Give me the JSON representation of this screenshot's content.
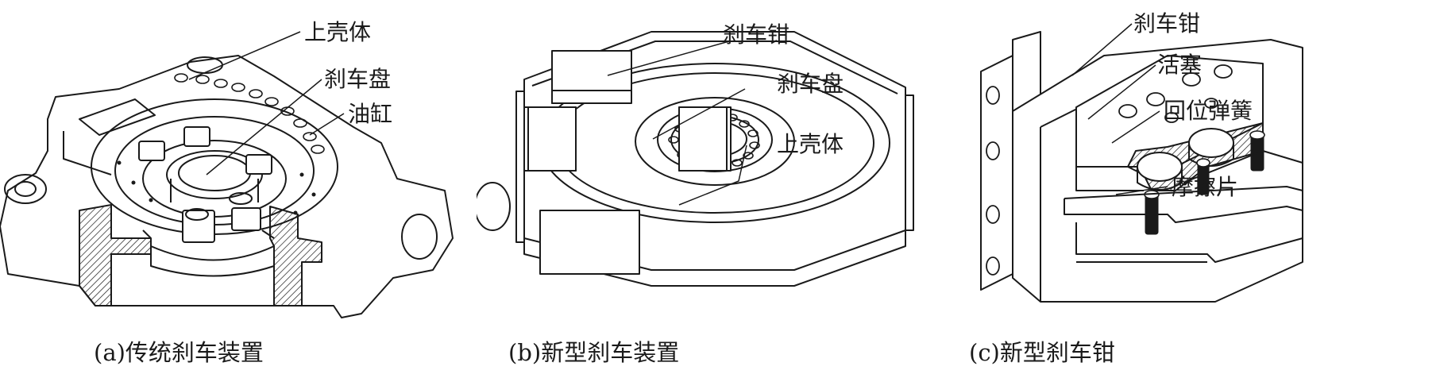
{
  "panels": [
    {
      "caption": "(a)传统刹车装置",
      "labels": [
        "上壳体",
        "刹车盘",
        "油缸"
      ]
    },
    {
      "caption": "(b)新型刹车装置",
      "labels": [
        "刹车钳",
        "刹车盘",
        "上壳体"
      ]
    },
    {
      "caption": "(c)新型刹车钳",
      "labels": [
        "刹车钳",
        "活塞",
        "回位弹簧",
        "摩擦片"
      ]
    }
  ]
}
